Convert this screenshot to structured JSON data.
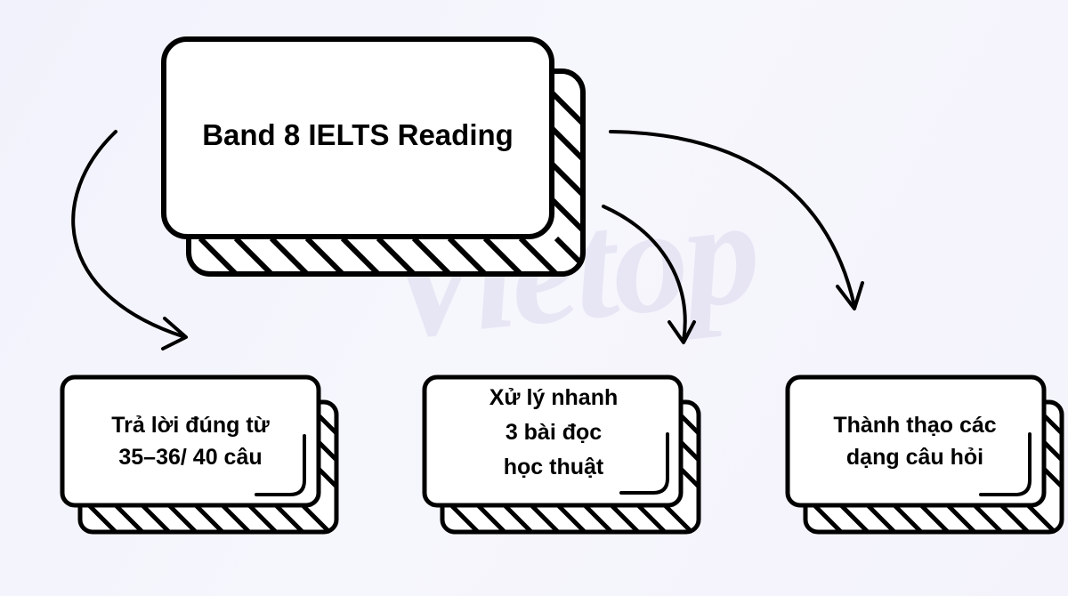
{
  "main": {
    "title": "Band 8 IELTS Reading"
  },
  "items": [
    {
      "line1": "Trả lời đúng từ",
      "line2": "35–36/ 40 câu"
    },
    {
      "line1": "Xử lý nhanh",
      "line2": "3 bài đọc",
      "line3": "học thuật"
    },
    {
      "line1": "Thành thạo các",
      "line2": "dạng câu hỏi"
    }
  ],
  "watermark": "Vietop",
  "colors": {
    "stroke": "#000000",
    "card": "#ffffff",
    "background": "#f3f3fb",
    "watermark": "#dcd9ee"
  }
}
